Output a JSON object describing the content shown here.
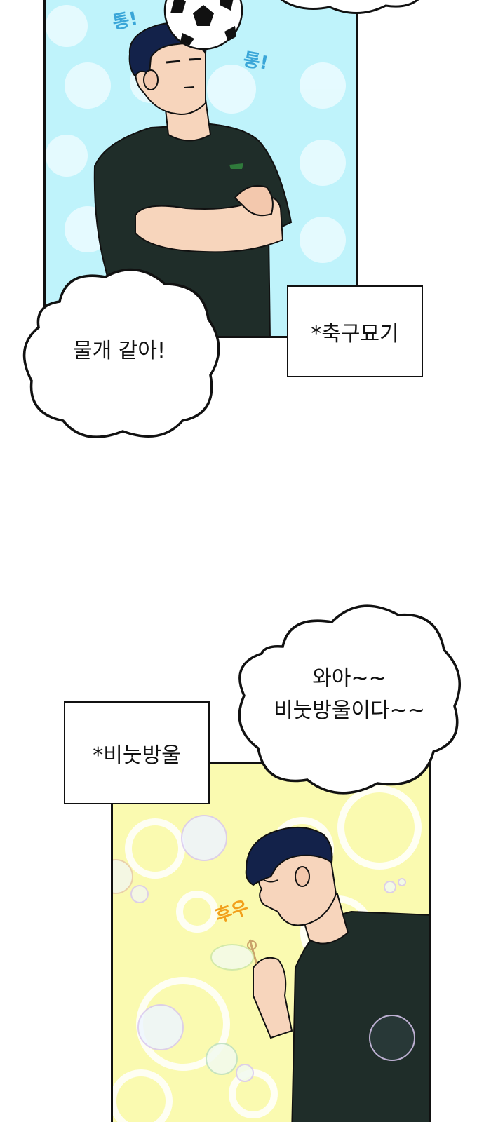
{
  "panel_top": {
    "bg_color": "#bff3fb",
    "sfx_1": "통!",
    "sfx_2": "통!",
    "sfx_color": "#3aa6d8",
    "speech": "물개 같아!",
    "caption": "*축구묘기"
  },
  "panel_bottom": {
    "bg_color": "#fafab0",
    "sfx": "후우",
    "sfx_color": "#f2a01c",
    "speech_line_1": "와아~~",
    "speech_line_2": "비눗방울이다~~",
    "caption": "*비눗방울"
  }
}
